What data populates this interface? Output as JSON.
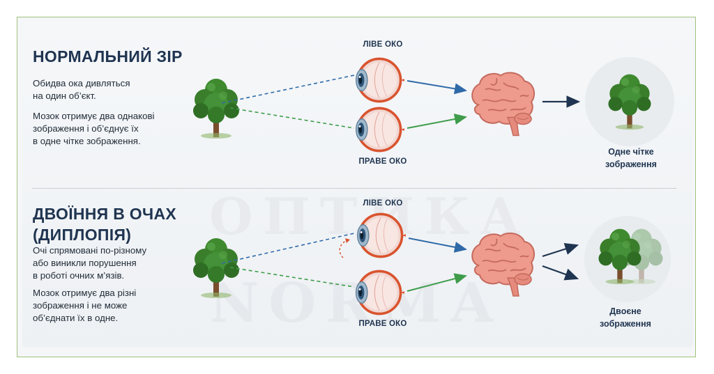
{
  "normal": {
    "title": "НОРМАЛЬНИЙ ЗІР",
    "text1": "Обидва ока дивляться\nна один об’єкт.",
    "text2": "Мозок отримує два однакові\nзображення і об’єднує їх\nв одне чітке зображення.",
    "left_eye": "ЛІВЕ ОКО",
    "right_eye": "ПРАВЕ ОКО",
    "result": "Одне чітке\nзображення"
  },
  "diplopia": {
    "title": "ДВОЇННЯ В ОЧАХ\n(ДИПЛОПІЯ)",
    "text1": "Очі спрямовані по-різному\nабо виникли порушення\nв роботі очних м’язів.",
    "text2": "Мозок отримує два різні\nзображення і не може\nоб’єднати їх в одне.",
    "left_eye": "ЛІВЕ ОКО",
    "right_eye": "ПРАВЕ ОКО",
    "result": "Двоєне\nзображення"
  },
  "watermark": {
    "line1": "ОПТИКА",
    "line2": "NORMA"
  },
  "colors": {
    "blue_line": "#2f6aa8",
    "green_line": "#3e9c4a",
    "navy": "#1f3450",
    "brain": "#ee9a8c",
    "frame": "#9fc27a"
  }
}
